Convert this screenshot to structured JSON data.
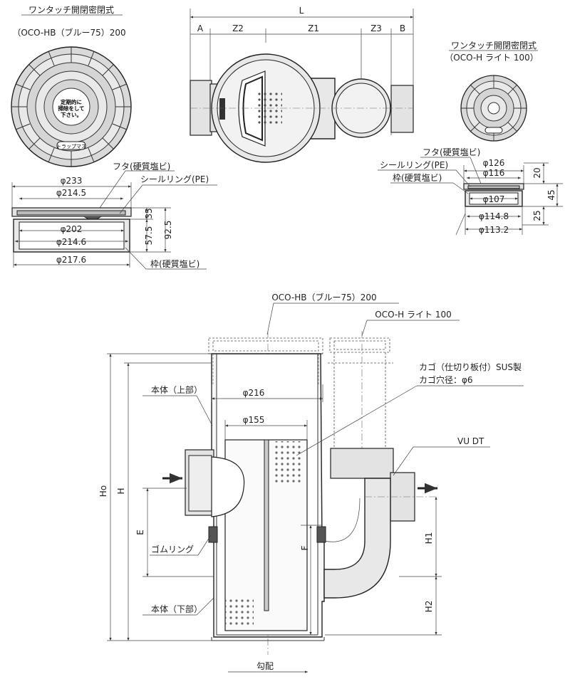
{
  "labels": {
    "title_left": "ワンタッチ開閉密閉式",
    "title_left_model": "（OCO-HB（ブルー75）200",
    "title_right": "ワンタッチ開閉密閉式",
    "title_right_model": "（OCO-H ライト 100）",
    "dim_L": "L",
    "dim_A": "A",
    "dim_Z2": "Z2",
    "dim_Z1": "Z1",
    "dim_Z3": "Z3",
    "dim_B": "B",
    "lid_text": "定期的に掃除をして下さい。",
    "brand": "トラップマス",
    "futa_left": "フタ(硬質塩ビ)",
    "seal_left": "シールリング(PE)",
    "waku_left": "枠(硬質塩ビ)",
    "d233": "φ233",
    "d214_5": "φ214.5",
    "d202": "φ202",
    "d214_6": "φ214.6",
    "d217_6": "φ217.6",
    "h35": "35",
    "h57_5": "57.5",
    "h92_5": "92.5",
    "futa_right": "フタ(硬質塩ビ)",
    "seal_right": "シールリング(PE)",
    "waku_right": "枠(硬質塩ビ)",
    "d126": "φ126",
    "d116": "φ116",
    "d107": "φ107",
    "d114_8": "φ114.8",
    "d113_2": "φ113.2",
    "h20": "20",
    "h45": "45",
    "h25": "25",
    "model_200": "OCO-HB（ブルー75）200",
    "model_100": "OCO-H ライト 100",
    "basket": "カゴ（仕切り板付）SUS製",
    "basket_hole": "カゴ穴径：φ6",
    "body_upper": "本体（上部）",
    "body_lower": "本体（下部）",
    "rubber_ring": "ゴムリング",
    "vu_dt": "VU DT",
    "d216": "φ216",
    "d155": "φ155",
    "dim_Ho": "Ho",
    "dim_H": "H",
    "dim_E": "E",
    "dim_F": "F",
    "dim_H1": "H1",
    "dim_H2": "H2",
    "gradient": "勾配"
  }
}
